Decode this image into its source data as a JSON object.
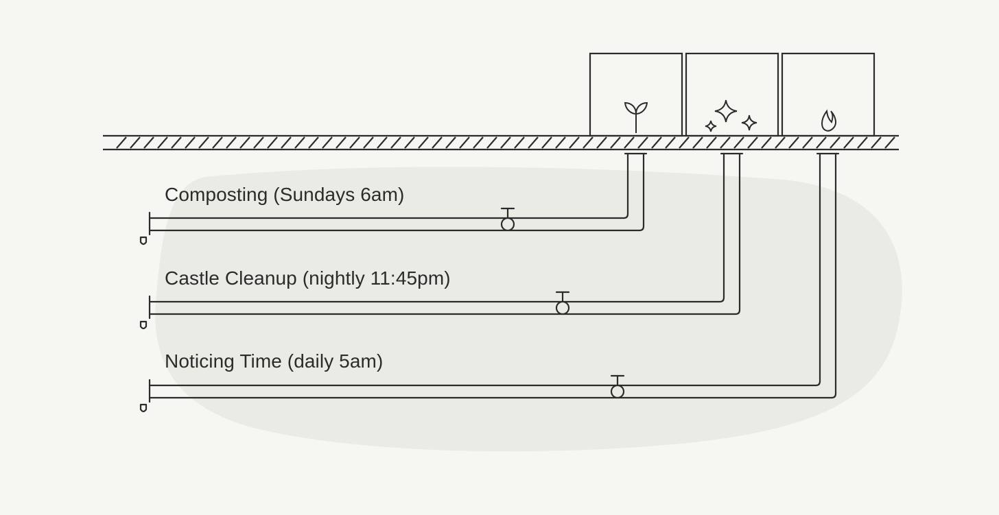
{
  "colors": {
    "background": "#f6f6f2",
    "blob": "#ebebe6",
    "stroke": "#2b2b2b"
  },
  "bins": [
    {
      "icon": "sprout-icon"
    },
    {
      "icon": "sparkles-icon"
    },
    {
      "icon": "flame-icon"
    }
  ],
  "pipes": [
    {
      "label": "Composting (Sundays 6am)",
      "source_icon": "sprout-icon"
    },
    {
      "label": "Castle Cleanup (nightly 11:45pm)",
      "source_icon": "sparkles-icon"
    },
    {
      "label": "Noticing Time (daily 5am)",
      "source_icon": "flame-icon"
    }
  ]
}
